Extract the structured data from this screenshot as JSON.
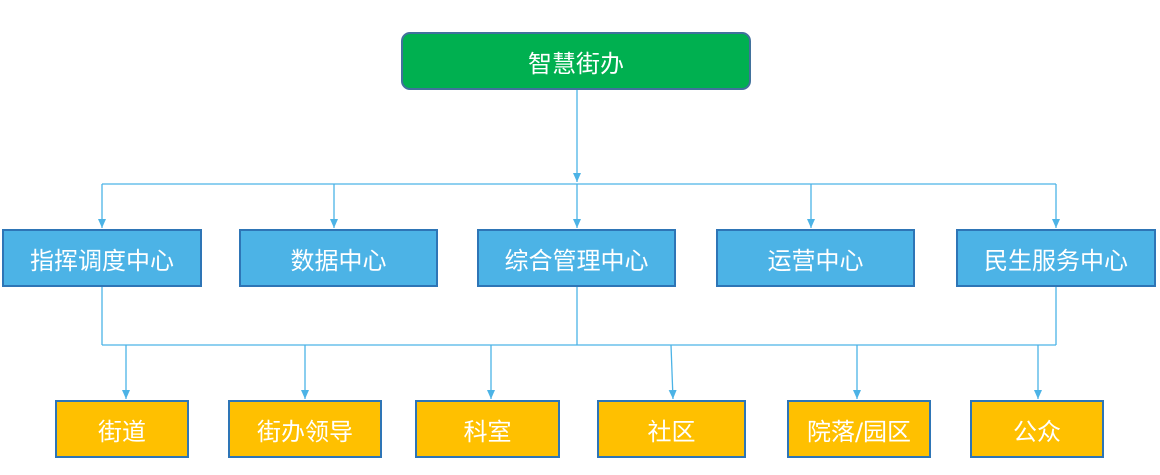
{
  "root": {
    "label": "智慧街办"
  },
  "centers": [
    {
      "label": "指挥调度中心"
    },
    {
      "label": "数据中心"
    },
    {
      "label": "综合管理中心"
    },
    {
      "label": "运营中心"
    },
    {
      "label": "民生服务中心"
    }
  ],
  "audiences": [
    {
      "label": "街道"
    },
    {
      "label": "街办领导"
    },
    {
      "label": "科室"
    },
    {
      "label": "社区"
    },
    {
      "label": "院落/园区"
    },
    {
      "label": "公众"
    }
  ],
  "colors": {
    "root_fill": "#00b050",
    "center_fill": "#4cb3e6",
    "leaf_fill": "#ffc000",
    "connector": "#4cb3e6"
  }
}
